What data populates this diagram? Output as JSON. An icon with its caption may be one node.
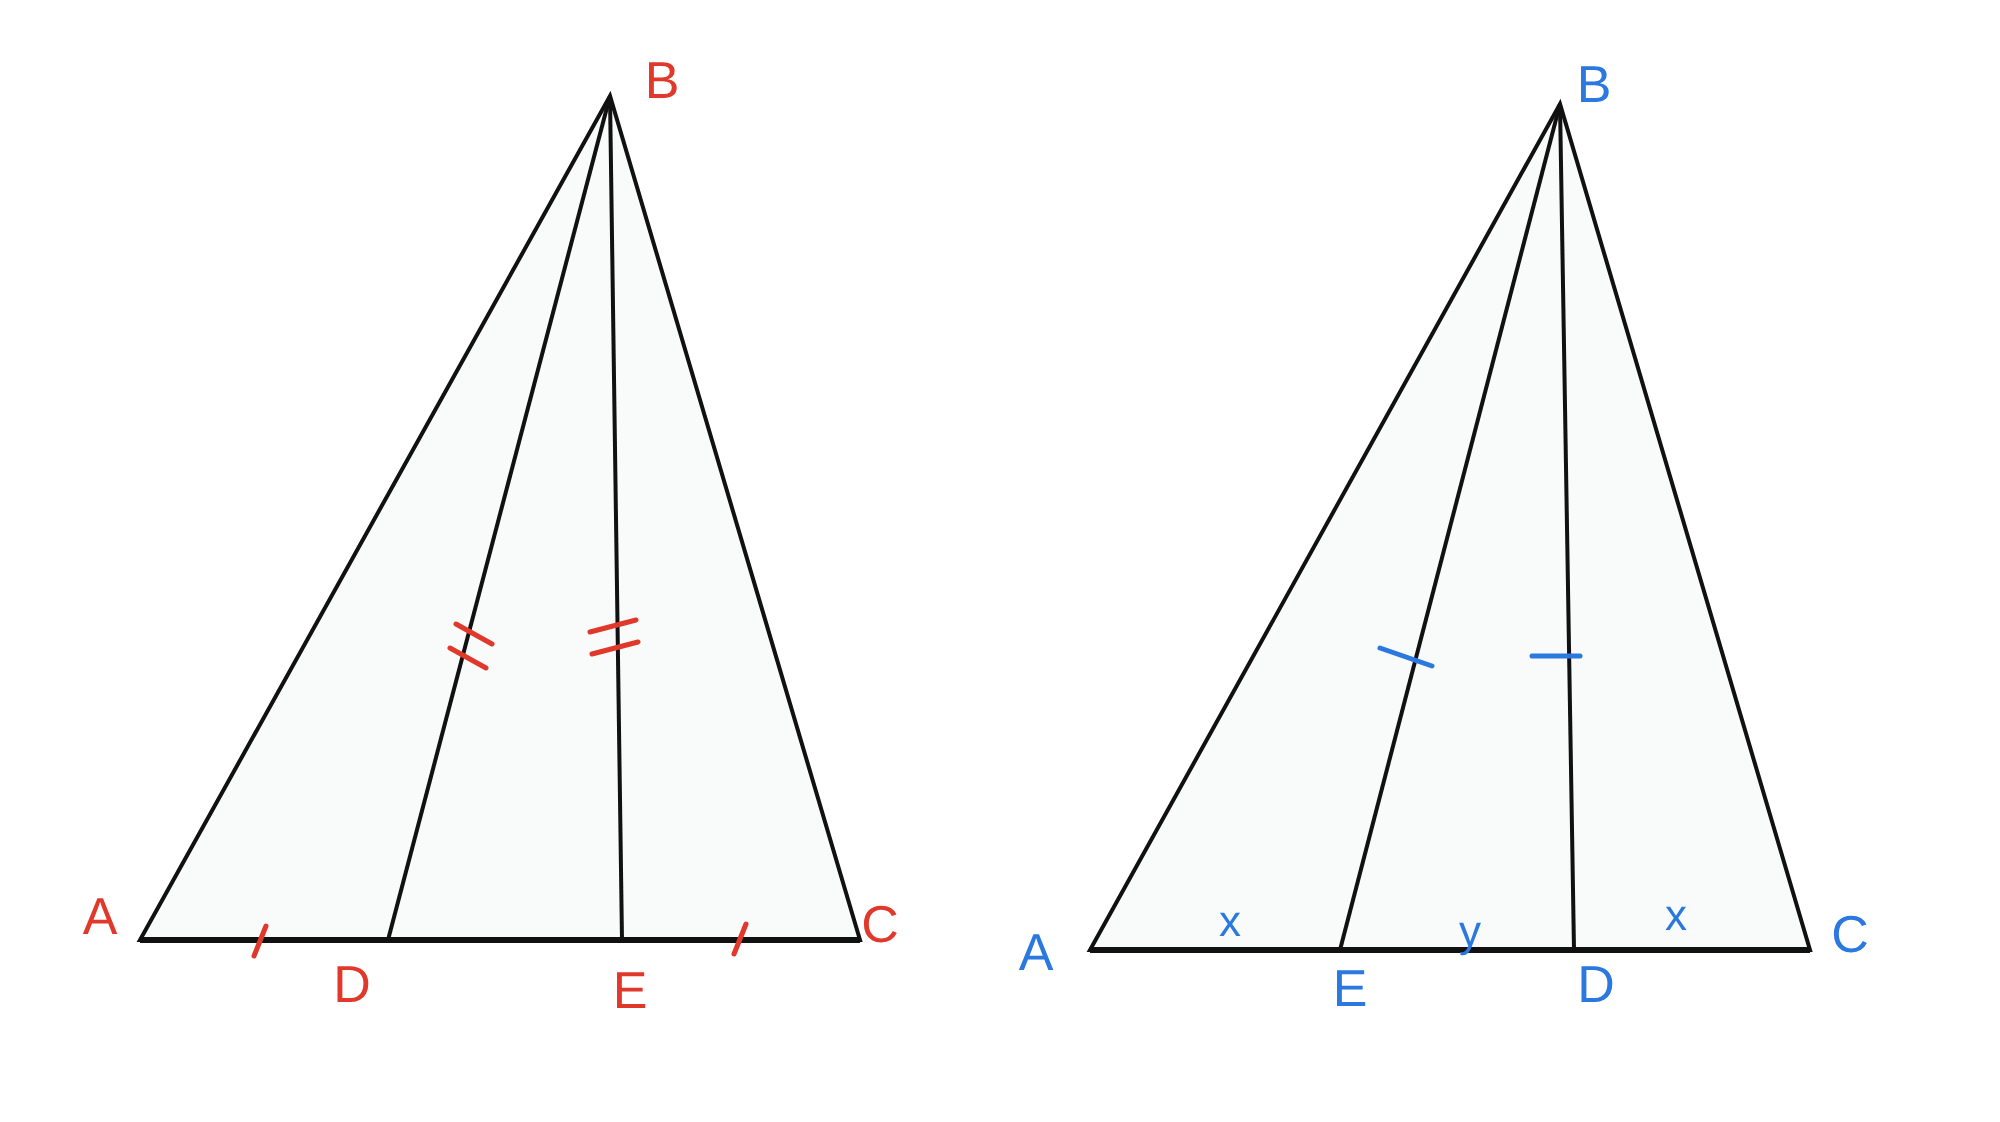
{
  "diagram": {
    "labels": [
      "B",
      "A",
      "C",
      "D",
      "E",
      "B",
      "A",
      "x",
      "y",
      "x",
      "C",
      "E",
      "D"
    ]
  }
}
